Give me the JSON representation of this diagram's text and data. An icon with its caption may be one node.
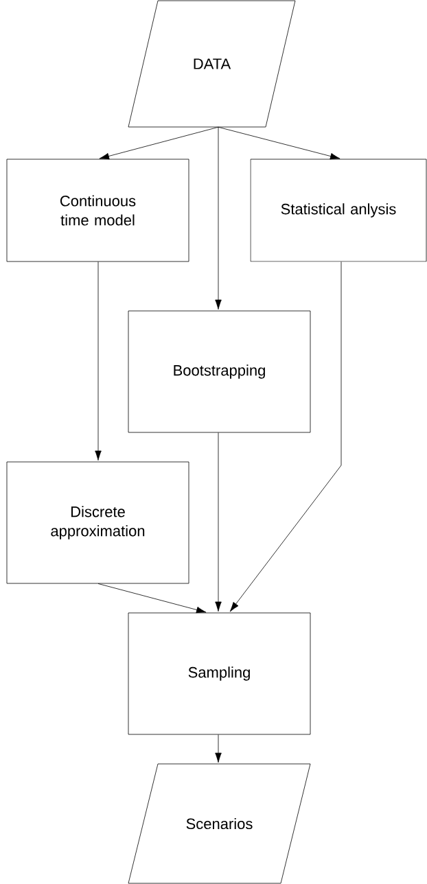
{
  "diagram": {
    "nodes": [
      {
        "text": [
          "DATA"
        ]
      },
      {
        "text": [
          "Continuous time model"
        ]
      },
      {
        "text": [
          "Statistical anlysis"
        ]
      },
      {
        "text": [
          "Bootstrapping"
        ]
      },
      {
        "text": [
          "Discrete approximation"
        ]
      },
      {
        "text": [
          "Sampling"
        ]
      },
      {
        "text": [
          "Scenarios"
        ]
      }
    ],
    "edges": [
      {
        "from": 0,
        "to": 1,
        "arrow": "to"
      },
      {
        "from": 0,
        "to": 3,
        "arrow": "to"
      },
      {
        "from": 0,
        "to": 2,
        "arrow": "to"
      },
      {
        "from": 1,
        "to": 4,
        "arrow": "to"
      },
      {
        "from": 2,
        "to": 5,
        "arrow": "to"
      },
      {
        "from": 3,
        "to": 5,
        "arrow": "to"
      },
      {
        "from": 4,
        "to": 5,
        "arrow": "to"
      },
      {
        "from": 5,
        "to": 6,
        "arrow": "to"
      }
    ]
  }
}
